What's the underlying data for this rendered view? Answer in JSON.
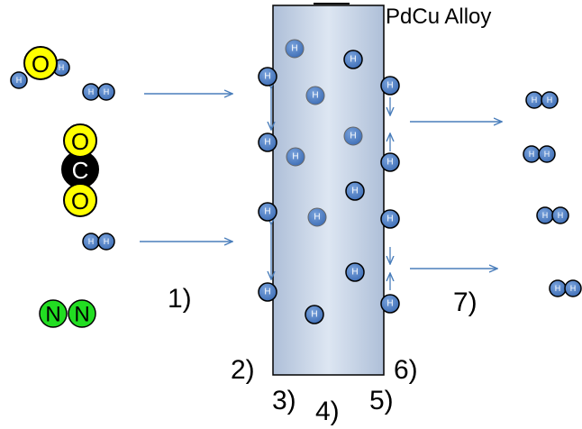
{
  "membrane_label": "PdCu Alloy",
  "step_labels": {
    "s1": "1)",
    "s2": "2)",
    "s3": "3)",
    "s4": "4)",
    "s5": "5)",
    "s6": "6)",
    "s7": "7)"
  },
  "atoms": {
    "hydrogen": "H",
    "oxygen": "O",
    "carbon": "C",
    "nitrogen": "N"
  },
  "colors": {
    "hydrogen_fill": "#4f7fc2",
    "hydrogen_inner": "#3a6bb5",
    "oxygen_fill": "#ffff00",
    "carbon_fill": "#000000",
    "nitrogen_fill": "#22dd22",
    "membrane_fill_light": "#dfe8f4",
    "membrane_fill_dark": "#aebfd8",
    "arrow": "#4a7ebb"
  }
}
